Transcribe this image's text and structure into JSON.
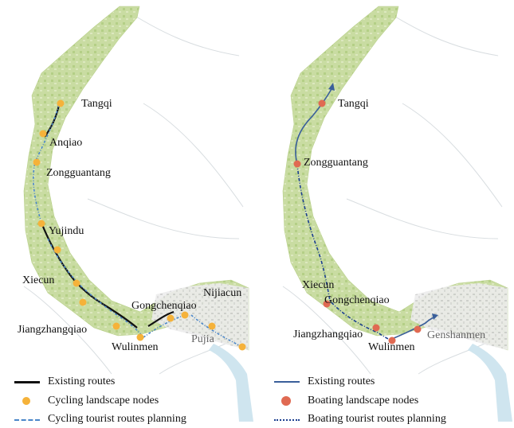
{
  "colors": {
    "land": "#c9dca2",
    "land_dark": "#a9c57b",
    "urban": "#e6e6e6",
    "water": "#cfe5ef",
    "cycling_node": "#f5b23a",
    "boating_node": "#e06a52",
    "existing_cycling": "#111111",
    "existing_boating": "#3a5f9a",
    "planning_cycling": "#4a86c9",
    "planning_boating": "#1b3f8f"
  },
  "left_map": {
    "labels": {
      "tangqi": "Tangqi",
      "anqiao": "Anqiao",
      "zongguantang": "Zongguantang",
      "yujindu": "Yujindu",
      "xiecun": "Xiecun",
      "gongchenqiao": "Gongchenqiao",
      "nijiacun": "Nijiacun",
      "jiangzhangqiao": "Jiangzhangqiao",
      "wulinmen": "Wulinmen",
      "pujia": "Pujia"
    },
    "legend": {
      "existing": "Existing routes",
      "nodes": "Cycling landscape nodes",
      "planning": "Cycling tourist routes planning"
    }
  },
  "right_map": {
    "labels": {
      "tangqi": "Tangqi",
      "zongguantang": "Zongguantang",
      "xiecun": "Xiecun",
      "gongchenqiao": "Gongchenqiao",
      "jiangzhangqiao": "Jiangzhangqiao",
      "wulinmen": "Wulinmen",
      "genshanmen": "Genshanmen"
    },
    "legend": {
      "existing": "Existing routes",
      "nodes": "Boating landscape nodes",
      "planning": "Boating tourist routes planning"
    }
  }
}
